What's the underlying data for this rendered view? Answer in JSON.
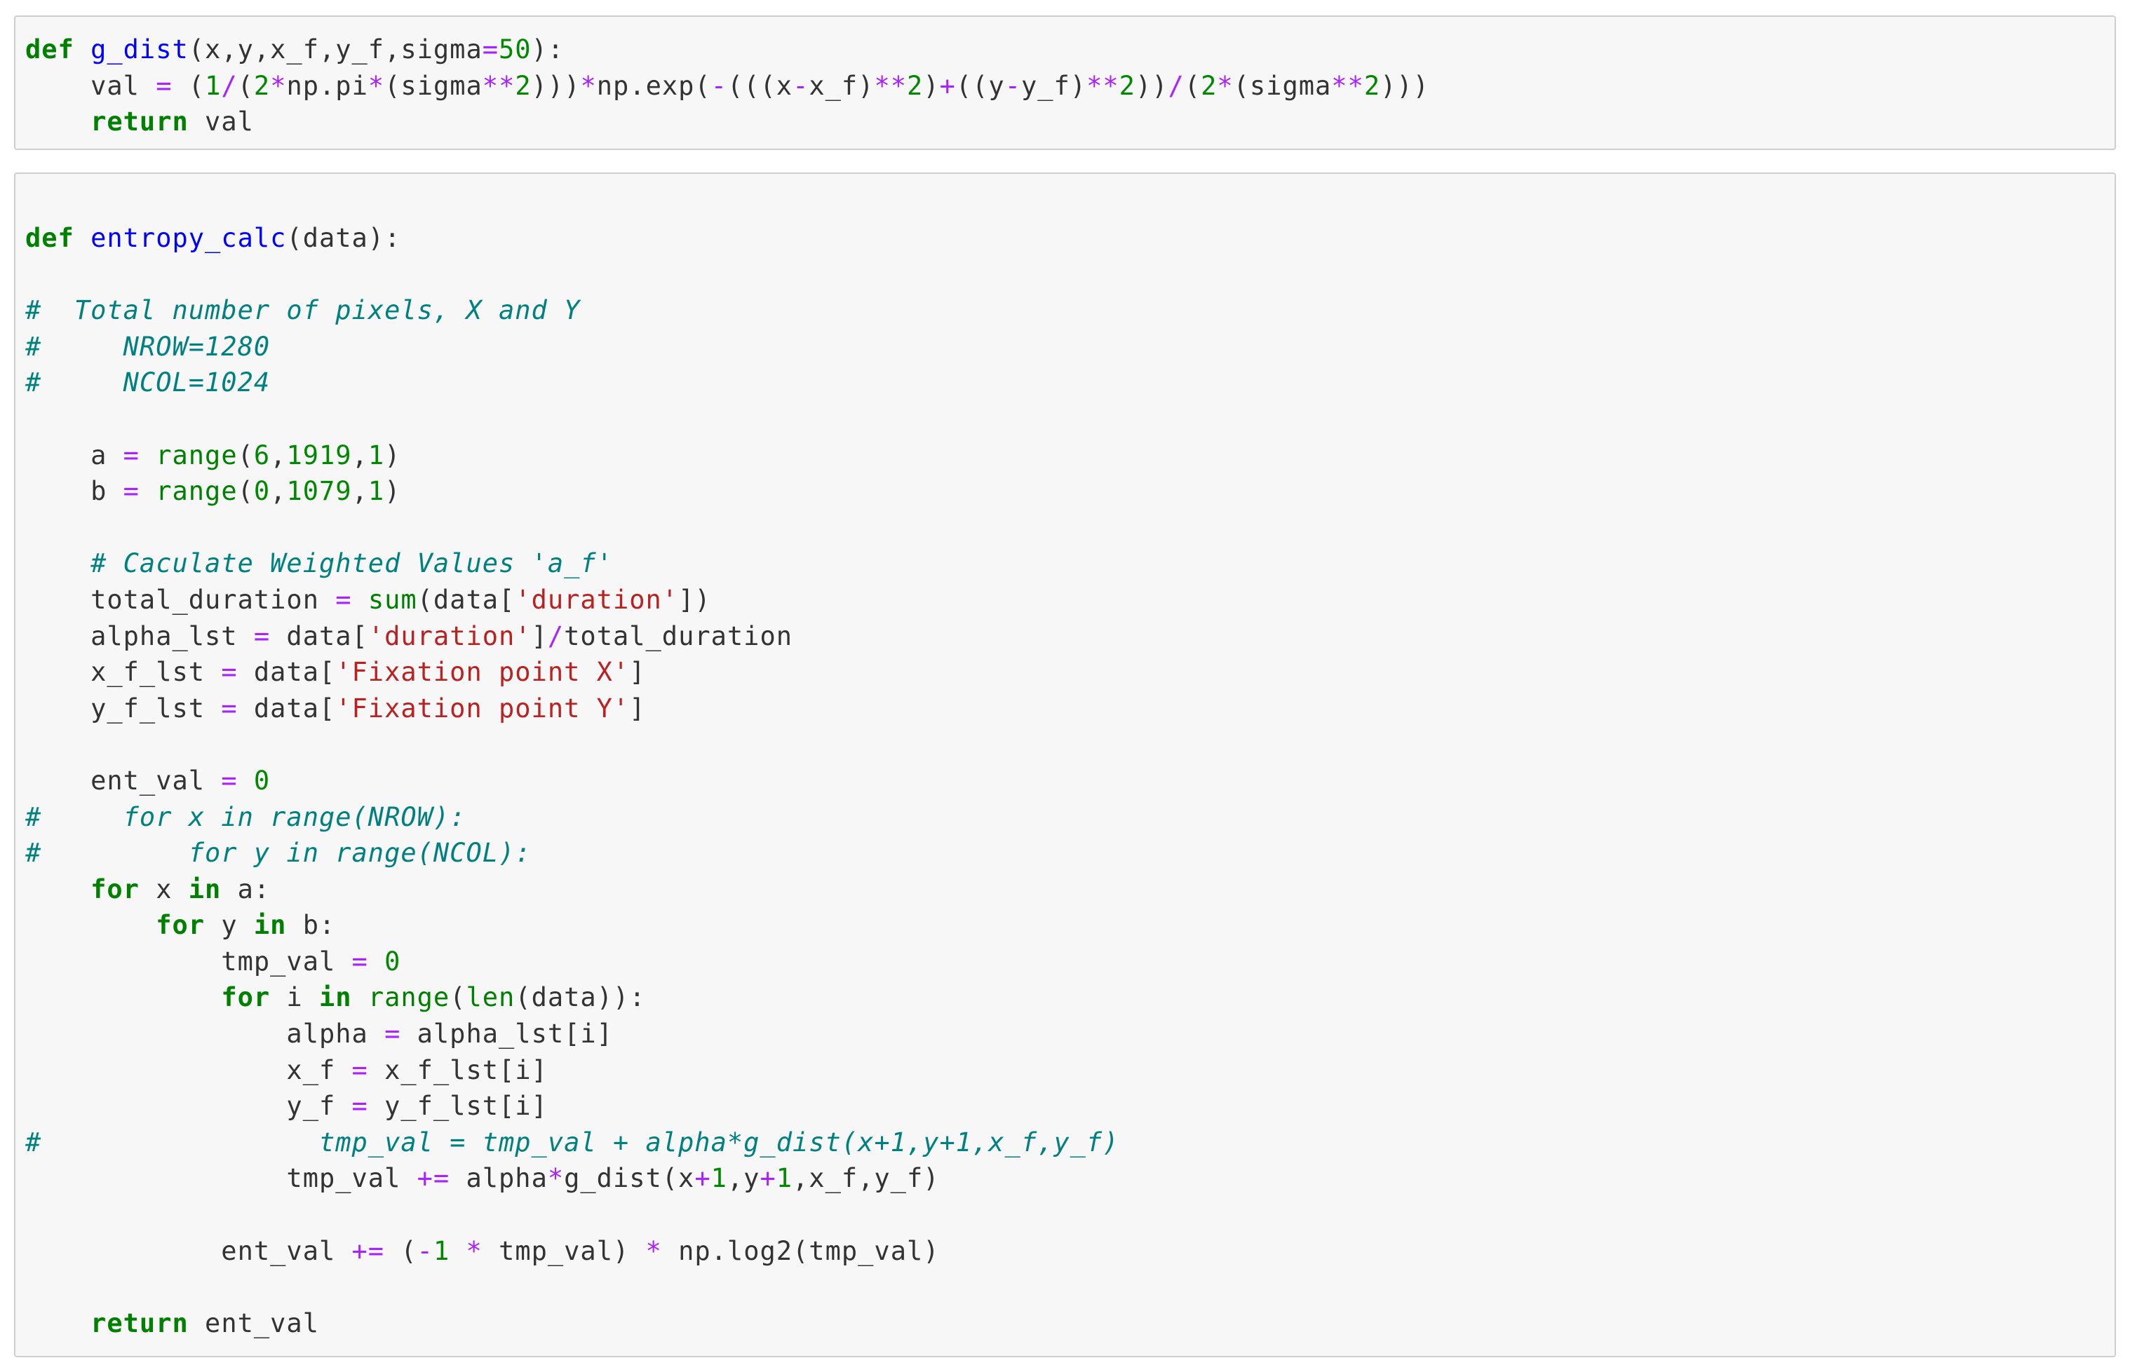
{
  "cells": [
    {
      "lines": [
        [
          [
            "kw",
            "def"
          ],
          [
            "tx",
            " "
          ],
          [
            "fn",
            "g_dist"
          ],
          [
            "tx",
            "(x,y,x_f,y_f,sigma"
          ],
          [
            "op",
            "="
          ],
          [
            "num",
            "50"
          ],
          [
            "tx",
            "):"
          ]
        ],
        [
          [
            "tx",
            "    val "
          ],
          [
            "op",
            "="
          ],
          [
            "tx",
            " ("
          ],
          [
            "num",
            "1"
          ],
          [
            "op",
            "/"
          ],
          [
            "tx",
            "("
          ],
          [
            "num",
            "2"
          ],
          [
            "op",
            "*"
          ],
          [
            "tx",
            "np.pi"
          ],
          [
            "op",
            "*"
          ],
          [
            "tx",
            "(sigma"
          ],
          [
            "op",
            "**"
          ],
          [
            "num",
            "2"
          ],
          [
            "tx",
            ")))"
          ],
          [
            "op",
            "*"
          ],
          [
            "tx",
            "np.exp("
          ],
          [
            "op",
            "-"
          ],
          [
            "tx",
            "(((x"
          ],
          [
            "op",
            "-"
          ],
          [
            "tx",
            "x_f)"
          ],
          [
            "op",
            "**"
          ],
          [
            "num",
            "2"
          ],
          [
            "tx",
            ")"
          ],
          [
            "op",
            "+"
          ],
          [
            "tx",
            "((y"
          ],
          [
            "op",
            "-"
          ],
          [
            "tx",
            "y_f)"
          ],
          [
            "op",
            "**"
          ],
          [
            "num",
            "2"
          ],
          [
            "tx",
            "))"
          ],
          [
            "op",
            "/"
          ],
          [
            "tx",
            "("
          ],
          [
            "num",
            "2"
          ],
          [
            "op",
            "*"
          ],
          [
            "tx",
            "(sigma"
          ],
          [
            "op",
            "**"
          ],
          [
            "num",
            "2"
          ],
          [
            "tx",
            ")))"
          ]
        ],
        [
          [
            "tx",
            "    "
          ],
          [
            "kw",
            "return"
          ],
          [
            "tx",
            " val"
          ]
        ]
      ]
    },
    {
      "lines": [
        [
          [
            "kw",
            "def"
          ],
          [
            "tx",
            " "
          ],
          [
            "fn",
            "entropy_calc"
          ],
          [
            "tx",
            "(data):"
          ]
        ],
        [],
        [
          [
            "com",
            "#  Total number of pixels, X and Y"
          ]
        ],
        [
          [
            "com",
            "#     NROW=1280"
          ]
        ],
        [
          [
            "com",
            "#     NCOL=1024"
          ]
        ],
        [],
        [
          [
            "tx",
            "    a "
          ],
          [
            "op",
            "="
          ],
          [
            "tx",
            " "
          ],
          [
            "bi",
            "range"
          ],
          [
            "tx",
            "("
          ],
          [
            "num",
            "6"
          ],
          [
            "tx",
            ","
          ],
          [
            "num",
            "1919"
          ],
          [
            "tx",
            ","
          ],
          [
            "num",
            "1"
          ],
          [
            "tx",
            ")"
          ]
        ],
        [
          [
            "tx",
            "    b "
          ],
          [
            "op",
            "="
          ],
          [
            "tx",
            " "
          ],
          [
            "bi",
            "range"
          ],
          [
            "tx",
            "("
          ],
          [
            "num",
            "0"
          ],
          [
            "tx",
            ","
          ],
          [
            "num",
            "1079"
          ],
          [
            "tx",
            ","
          ],
          [
            "num",
            "1"
          ],
          [
            "tx",
            ")"
          ]
        ],
        [],
        [
          [
            "tx",
            "    "
          ],
          [
            "com",
            "# Caculate Weighted Values 'a_f'"
          ]
        ],
        [
          [
            "tx",
            "    total_duration "
          ],
          [
            "op",
            "="
          ],
          [
            "tx",
            " "
          ],
          [
            "bi",
            "sum"
          ],
          [
            "tx",
            "(data["
          ],
          [
            "str",
            "'duration'"
          ],
          [
            "tx",
            "])"
          ]
        ],
        [
          [
            "tx",
            "    alpha_lst "
          ],
          [
            "op",
            "="
          ],
          [
            "tx",
            " data["
          ],
          [
            "str",
            "'duration'"
          ],
          [
            "tx",
            "]"
          ],
          [
            "op",
            "/"
          ],
          [
            "tx",
            "total_duration"
          ]
        ],
        [
          [
            "tx",
            "    x_f_lst "
          ],
          [
            "op",
            "="
          ],
          [
            "tx",
            " data["
          ],
          [
            "str",
            "'Fixation point X'"
          ],
          [
            "tx",
            "]"
          ]
        ],
        [
          [
            "tx",
            "    y_f_lst "
          ],
          [
            "op",
            "="
          ],
          [
            "tx",
            " data["
          ],
          [
            "str",
            "'Fixation point Y'"
          ],
          [
            "tx",
            "]"
          ]
        ],
        [],
        [
          [
            "tx",
            "    ent_val "
          ],
          [
            "op",
            "="
          ],
          [
            "tx",
            " "
          ],
          [
            "num",
            "0"
          ]
        ],
        [
          [
            "com",
            "#     for x in range(NROW):"
          ]
        ],
        [
          [
            "com",
            "#         for y in range(NCOL):"
          ]
        ],
        [
          [
            "tx",
            "    "
          ],
          [
            "kw",
            "for"
          ],
          [
            "tx",
            " x "
          ],
          [
            "kw",
            "in"
          ],
          [
            "tx",
            " a:"
          ]
        ],
        [
          [
            "tx",
            "        "
          ],
          [
            "kw",
            "for"
          ],
          [
            "tx",
            " y "
          ],
          [
            "kw",
            "in"
          ],
          [
            "tx",
            " b:"
          ]
        ],
        [
          [
            "tx",
            "            tmp_val "
          ],
          [
            "op",
            "="
          ],
          [
            "tx",
            " "
          ],
          [
            "num",
            "0"
          ]
        ],
        [
          [
            "tx",
            "            "
          ],
          [
            "kw",
            "for"
          ],
          [
            "tx",
            " i "
          ],
          [
            "kw",
            "in"
          ],
          [
            "tx",
            " "
          ],
          [
            "bi",
            "range"
          ],
          [
            "tx",
            "("
          ],
          [
            "bi",
            "len"
          ],
          [
            "tx",
            "(data)):"
          ]
        ],
        [
          [
            "tx",
            "                alpha "
          ],
          [
            "op",
            "="
          ],
          [
            "tx",
            " alpha_lst[i]"
          ]
        ],
        [
          [
            "tx",
            "                x_f "
          ],
          [
            "op",
            "="
          ],
          [
            "tx",
            " x_f_lst[i]"
          ]
        ],
        [
          [
            "tx",
            "                y_f "
          ],
          [
            "op",
            "="
          ],
          [
            "tx",
            " y_f_lst[i]"
          ]
        ],
        [
          [
            "com",
            "#                 tmp_val = tmp_val + alpha*g_dist(x+1,y+1,x_f,y_f)"
          ]
        ],
        [
          [
            "tx",
            "                tmp_val "
          ],
          [
            "op",
            "+="
          ],
          [
            "tx",
            " alpha"
          ],
          [
            "op",
            "*"
          ],
          [
            "tx",
            "g_dist(x"
          ],
          [
            "op",
            "+"
          ],
          [
            "num",
            "1"
          ],
          [
            "tx",
            ",y"
          ],
          [
            "op",
            "+"
          ],
          [
            "num",
            "1"
          ],
          [
            "tx",
            ",x_f,y_f)"
          ]
        ],
        [],
        [
          [
            "tx",
            "            ent_val "
          ],
          [
            "op",
            "+="
          ],
          [
            "tx",
            " ("
          ],
          [
            "op",
            "-"
          ],
          [
            "num",
            "1"
          ],
          [
            "tx",
            " "
          ],
          [
            "op",
            "*"
          ],
          [
            "tx",
            " tmp_val) "
          ],
          [
            "op",
            "*"
          ],
          [
            "tx",
            " np.log2(tmp_val)"
          ]
        ],
        [],
        [
          [
            "tx",
            "    "
          ],
          [
            "kw",
            "return"
          ],
          [
            "tx",
            " ent_val"
          ]
        ]
      ]
    }
  ]
}
